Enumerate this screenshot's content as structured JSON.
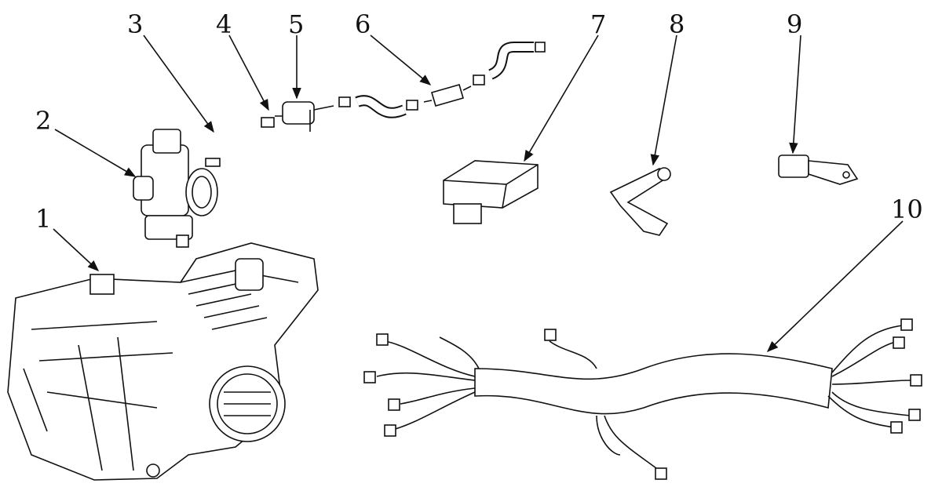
{
  "diagram": {
    "callouts": [
      {
        "number": "1",
        "part": "engine"
      },
      {
        "number": "2",
        "part": "carburetor"
      },
      {
        "number": "3",
        "part": "fuel-hose"
      },
      {
        "number": "4",
        "part": "hose-clamp"
      },
      {
        "number": "5",
        "part": "fuel-valve"
      },
      {
        "number": "6",
        "part": "fuel-filter"
      },
      {
        "number": "7",
        "part": "cdi-unit"
      },
      {
        "number": "8",
        "part": "ignition-coil"
      },
      {
        "number": "9",
        "part": "spark-plug-cap"
      },
      {
        "number": "10",
        "part": "wiring-harness"
      }
    ]
  }
}
